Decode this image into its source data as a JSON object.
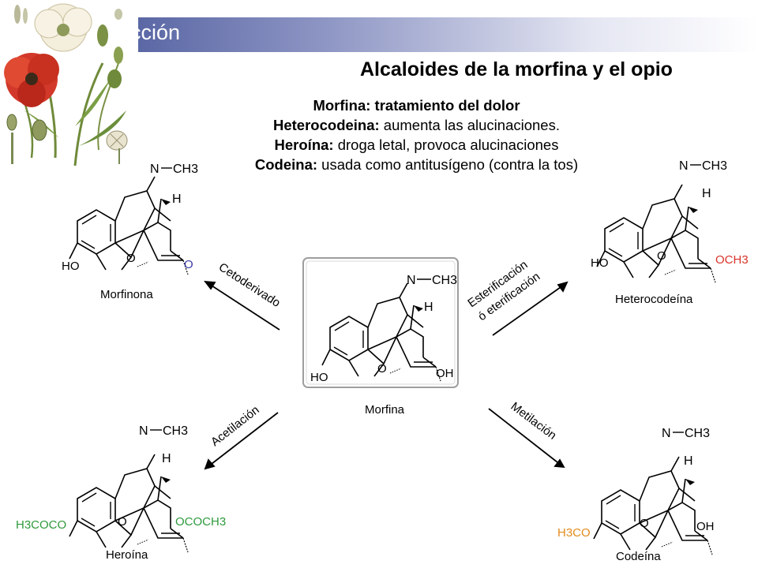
{
  "slide": {
    "title": "ucción",
    "heading": "Alcaloides de la morfina y el opio"
  },
  "uses": [
    {
      "name": "Morfina:",
      "text": " tratamiento del dolor",
      "all_bold": true
    },
    {
      "name": "Heterocodeina:",
      "text": " aumenta las alucinaciones.",
      "all_bold": false
    },
    {
      "name": "Heroína:",
      "text": " droga letal, provoca alucinaciones",
      "all_bold": false
    },
    {
      "name": "Codeina:",
      "text": " usada como antitusígeno (contra la tos)",
      "all_bold": false
    }
  ],
  "molecules": {
    "morfina": {
      "name": "Morfina",
      "left_sub": "HO",
      "right_sub": "OH",
      "amine": "N",
      "methyl": "CH3",
      "h": "H",
      "ring_o": "O"
    },
    "morfinona": {
      "name": "Morfinona",
      "left_sub": "HO",
      "right_sub": "O",
      "amine": "N",
      "methyl": "CH3",
      "h": "H",
      "ring_o": "O"
    },
    "heterocodeina": {
      "name": "Heterocodeína",
      "left_sub": "HO",
      "right_sub": "OCH3",
      "amine": "N",
      "methyl": "CH3",
      "h": "H",
      "ring_o": "O"
    },
    "heroina": {
      "name": "Heroína",
      "left_sub": "H3COCO",
      "right_sub": "OCOCH3",
      "amine": "N",
      "methyl": "CH3",
      "h": "H",
      "ring_o": "O"
    },
    "codeina": {
      "name": "Codeína",
      "left_sub": "H3CO",
      "right_sub": "OH",
      "amine": "N",
      "methyl": "CH3",
      "h": "H",
      "ring_o": "O"
    }
  },
  "reactions": {
    "cetoderivado": "Cetoderivado",
    "esterificacion_1": "Esterificación",
    "esterificacion_2": "ó eterificación",
    "acetilacion": "Acetilación",
    "metilacion": "Metilación"
  },
  "colors": {
    "ketone": "#3a3aa8",
    "methoxy": "#d8342a",
    "acetyl": "#2e9a3c",
    "codeine_methoxy": "#e38b1c"
  }
}
